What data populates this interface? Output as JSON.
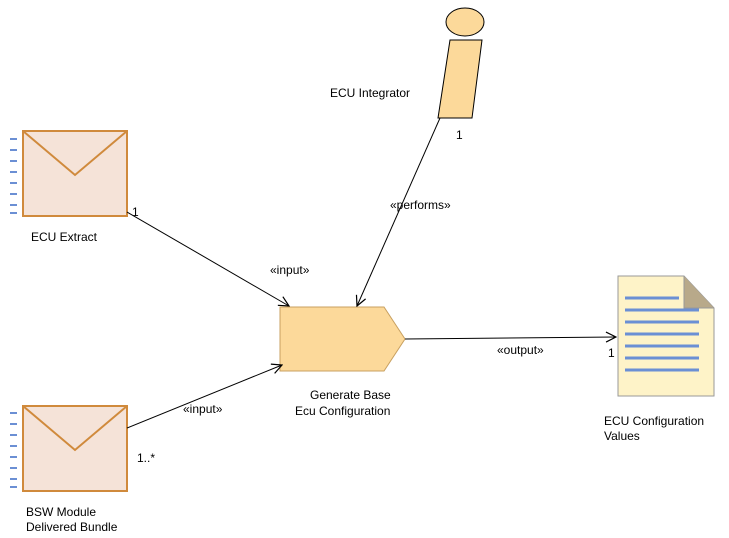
{
  "colors": {
    "work_product_fill": "#f5e3d8",
    "work_product_stroke": "#d08a3c",
    "task_fill": "#fcd99a",
    "task_stroke": "#c8a060",
    "role_fill": "#fcd99a",
    "document_fill": "#fef3c8",
    "document_lines": "#6b8fd4",
    "connector": "#000000"
  },
  "elements": {
    "role": {
      "label": "ECU Integrator",
      "icon": "role-icon"
    },
    "ecu_extract": {
      "label": "ECU Extract",
      "icon": "envelope-icon"
    },
    "bsw_bundle": {
      "label_line1": "BSW Module",
      "label_line2": "Delivered Bundle",
      "icon": "envelope-icon"
    },
    "task": {
      "label_line1": "Generate Base",
      "label_line2": "Ecu Configuration",
      "icon": "task-icon"
    },
    "output_doc": {
      "label_line1": "ECU Configuration",
      "label_line2": "Values",
      "icon": "document-icon"
    }
  },
  "connectors": {
    "performs": {
      "stereotype": "«performs»",
      "multiplicity": "1"
    },
    "input_extract": {
      "stereotype": "«input»",
      "multiplicity": "1"
    },
    "input_bundle": {
      "stereotype": "«input»",
      "multiplicity": "1..*"
    },
    "output": {
      "stereotype": "«output»",
      "multiplicity": "1"
    }
  }
}
